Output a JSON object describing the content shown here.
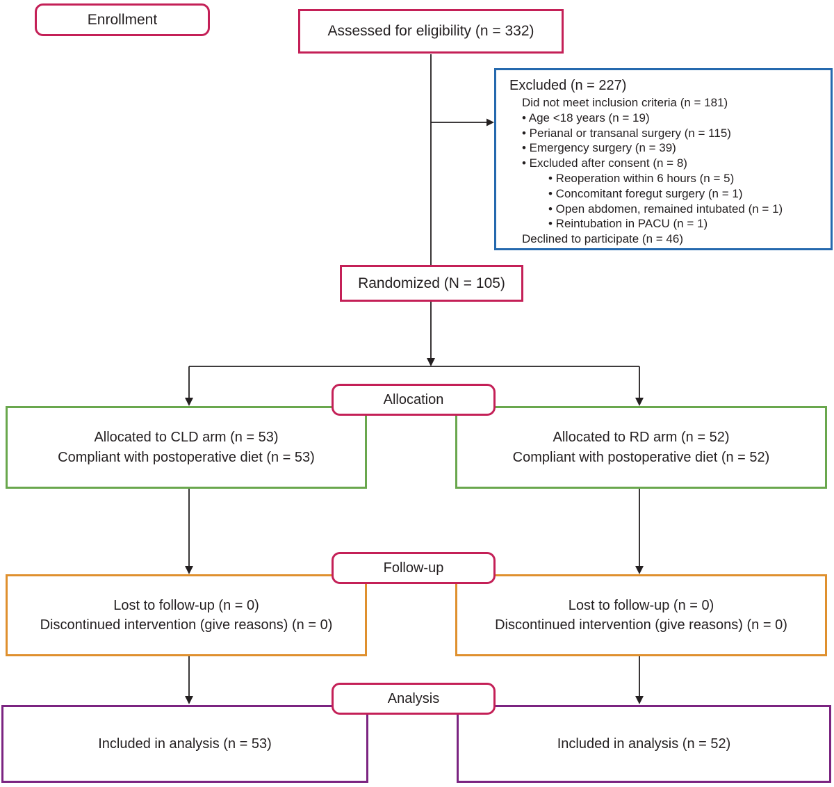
{
  "colors": {
    "crimson": "#c42057",
    "blue": "#2569ae",
    "green": "#69a74d",
    "orange": "#df902e",
    "purple": "#7b2481",
    "ink": "#231f20"
  },
  "stages": {
    "enrollment_label": "Enrollment",
    "allocation_label": "Allocation",
    "followup_label": "Follow-up",
    "analysis_label": "Analysis"
  },
  "assessed": {
    "text": "Assessed for eligibility (n = 332)"
  },
  "excluded": {
    "title": "Excluded (n = 227)",
    "lines": [
      {
        "text": "Did not meet inclusion criteria (n = 181)",
        "indent": 1
      },
      {
        "text": "• Age <18 years (n = 19)",
        "indent": 1
      },
      {
        "text": "• Perianal or transanal surgery (n = 115)",
        "indent": 1
      },
      {
        "text": "• Emergency surgery (n = 39)",
        "indent": 1
      },
      {
        "text": "• Excluded after consent (n = 8)",
        "indent": 1
      },
      {
        "text": "• Reoperation within 6 hours (n = 5)",
        "indent": 2
      },
      {
        "text": "• Concomitant foregut surgery (n = 1)",
        "indent": 2
      },
      {
        "text": "• Open abdomen, remained intubated (n = 1)",
        "indent": 2
      },
      {
        "text": "• Reintubation in PACU (n = 1)",
        "indent": 2
      },
      {
        "text": "Declined to participate (n = 46)",
        "indent": 1
      }
    ]
  },
  "randomized": {
    "text": "Randomized (N = 105)"
  },
  "allocation": {
    "cld": {
      "line1": "Allocated to CLD arm (n = 53)",
      "line2": "Compliant with postoperative diet (n = 53)"
    },
    "rd": {
      "line1": "Allocated to RD arm (n = 52)",
      "line2": "Compliant with postoperative diet (n = 52)"
    }
  },
  "followup": {
    "cld": {
      "line1": "Lost to follow-up (n = 0)",
      "line2": "Discontinued intervention (give reasons) (n = 0)"
    },
    "rd": {
      "line1": "Lost to follow-up (n = 0)",
      "line2": "Discontinued intervention (give reasons) (n = 0)"
    }
  },
  "analysis": {
    "cld": {
      "text": "Included in analysis (n = 53)"
    },
    "rd": {
      "text": "Included in analysis (n = 52)"
    }
  }
}
